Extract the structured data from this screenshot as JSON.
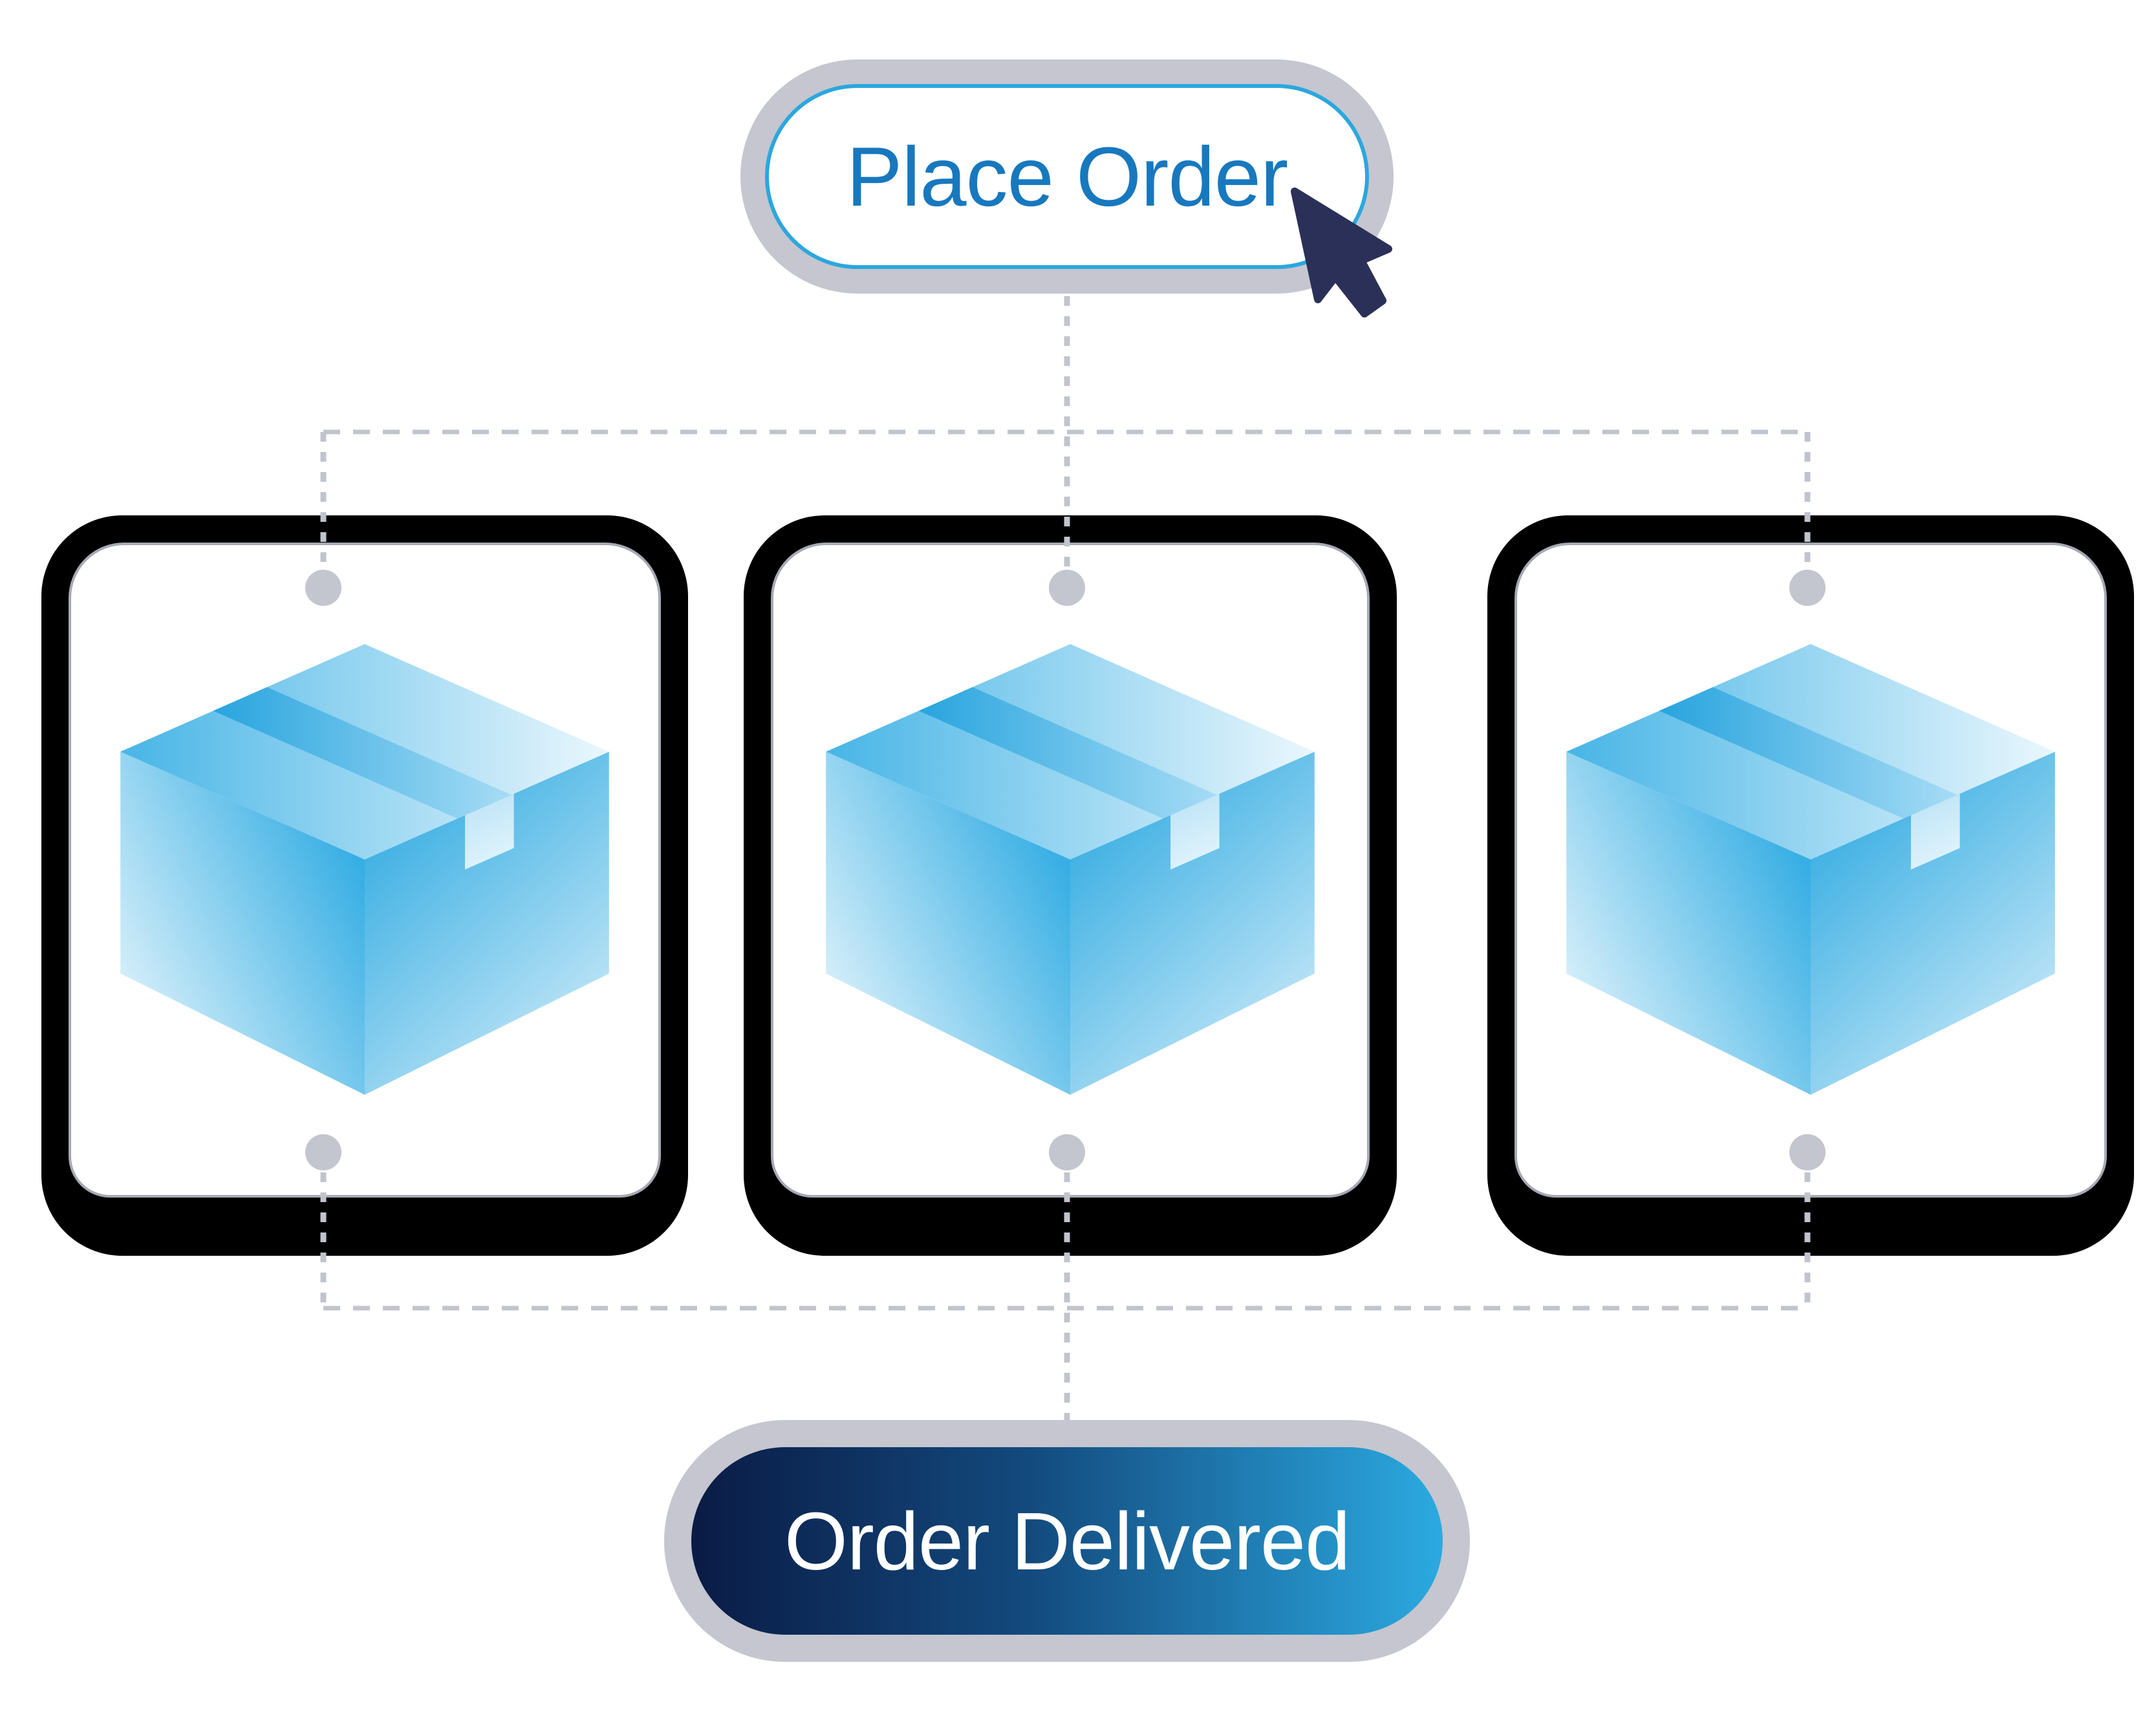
{
  "diagram": {
    "start_button": {
      "label": "Place Order"
    },
    "end_button": {
      "label": "Order Delivered"
    },
    "package_cards": [
      {
        "name": "package-1",
        "icon": "package-box-icon"
      },
      {
        "name": "package-2",
        "icon": "package-box-icon"
      },
      {
        "name": "package-3",
        "icon": "package-box-icon"
      }
    ]
  },
  "colors": {
    "accent_blue": "#2BA7DE",
    "text_blue": "#1878BE",
    "ring_gray": "#C5C6CF",
    "line_gray": "#C1C4CD",
    "dot_gray": "#C3C5CF",
    "cursor_navy": "#2A3057",
    "gradient_navy": "#0A1B45",
    "gradient_mid": "#134A7E",
    "gradient_blue": "#2BAAE1",
    "card_outline": "#000000",
    "card_inner_line": "#A6A9B5",
    "box_blue": "#2AA8E0",
    "box_light_blue": "#EAF7FD",
    "background": "#FFFFFF"
  }
}
